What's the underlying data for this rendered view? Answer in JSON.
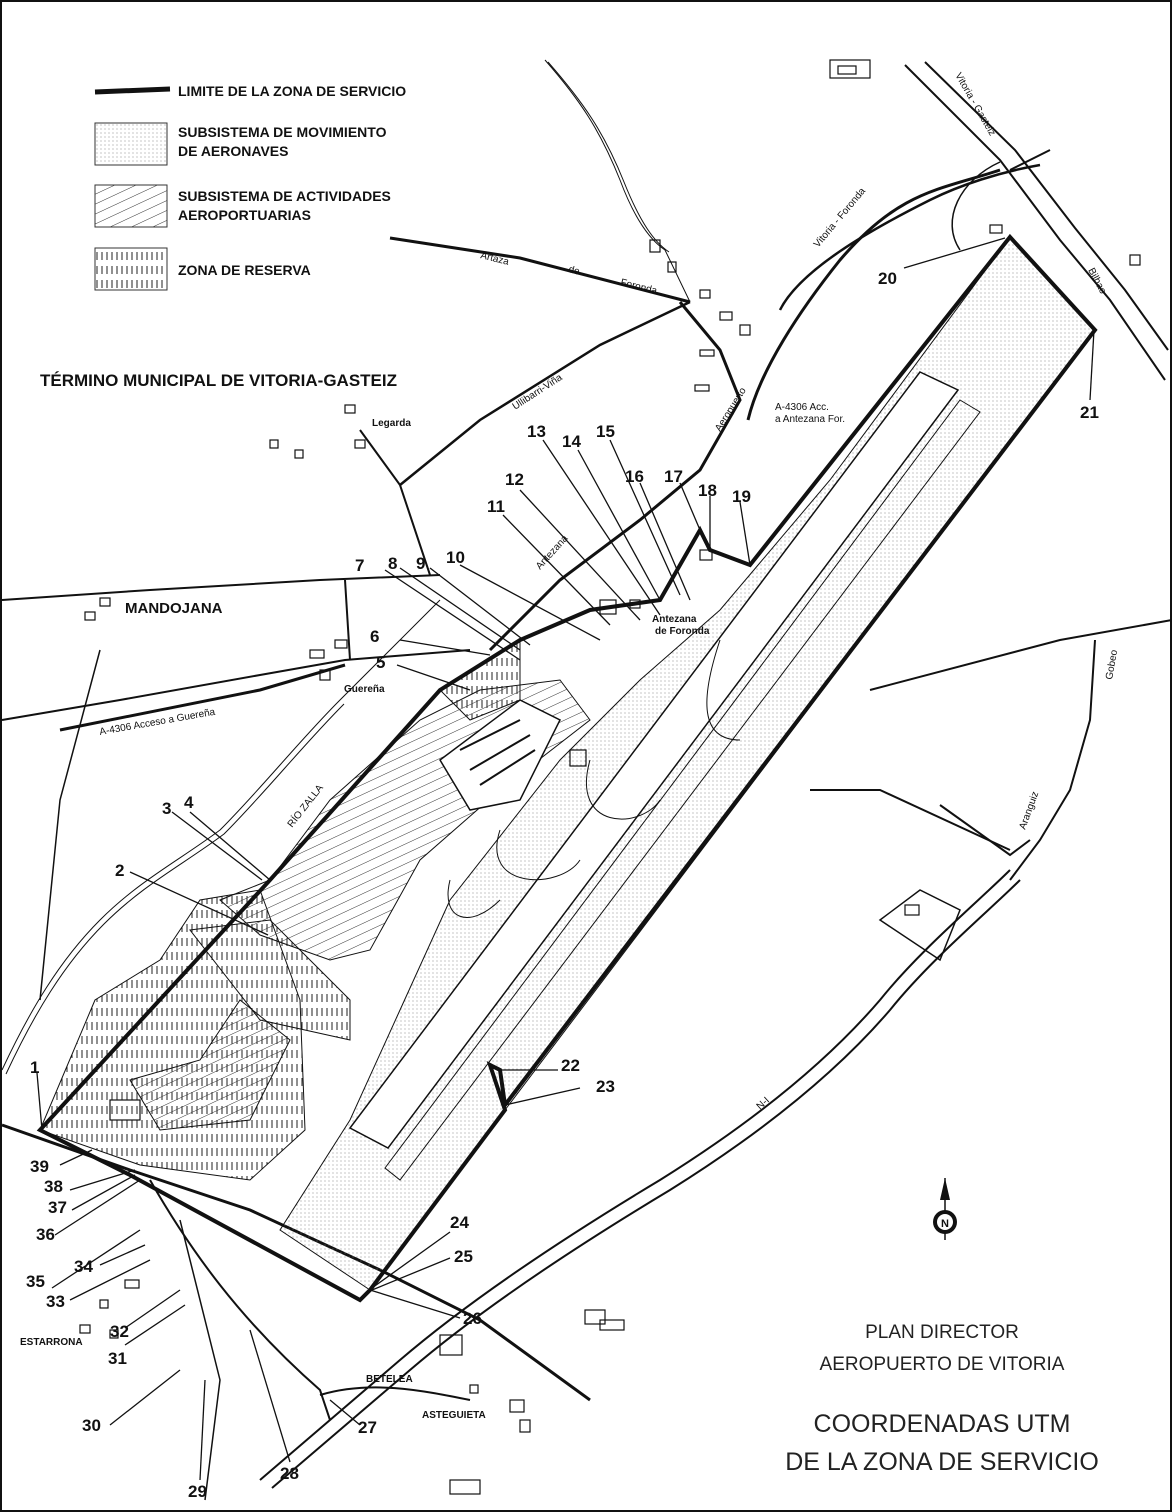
{
  "legend": {
    "items": [
      {
        "id": "service-limit",
        "label": "LIMITE DE LA ZONA DE SERVICIO"
      },
      {
        "id": "movement",
        "label_line1": "SUBSISTEMA DE MOVIMIENTO",
        "label_line2": "DE AERONAVES"
      },
      {
        "id": "activities",
        "label_line1": "SUBSISTEMA DE ACTIVIDADES",
        "label_line2": "AEROPORTUARIAS"
      },
      {
        "id": "reserve",
        "label": "ZONA DE RESERVA"
      }
    ]
  },
  "municipality": "TÉRMINO MUNICIPAL DE VITORIA-GASTEIZ",
  "places": {
    "mandojana": "MANDOJANA",
    "estarrona": "ESTARRONA",
    "betelea": "BETELEA",
    "asteguieta": "ASTEGUIETA",
    "legarda": "Legarda",
    "guerena": "Guereña",
    "antezana": "Antezana",
    "de_foronda": "de Foronda"
  },
  "roads": {
    "vitoria_gasteiz": "Vitoria - Gasteiz",
    "vitoria_foronda": "Vitoria - Foronda",
    "bilbao": "Bilbao",
    "artaza_a": "Artaza",
    "artaza_b": "de",
    "artaza_c": "Foronda",
    "ullibarri": "Ullibarri-Viña",
    "aeropuerto": "Aeropuerto",
    "a4306_acc_1": "A-4306 Acc.",
    "a4306_acc_2": "a Antezana For.",
    "a4306_guerena": "A-4306   Acceso   a   Guereña",
    "rio_zalla": "RÍO ZALLA",
    "n1": "N-I",
    "gobeo": "Gobeo",
    "aranguiz": "Aranguiz",
    "antezana_road": "Antezana"
  },
  "plan": {
    "line1": "PLAN DIRECTOR",
    "line2": "AEROPUERTO DE VITORIA",
    "line3": "COORDENADAS UTM",
    "line4": "DE LA ZONA DE SERVICIO"
  },
  "boundary_points": [
    "1",
    "2",
    "3",
    "4",
    "5",
    "6",
    "7",
    "8",
    "9",
    "10",
    "11",
    "12",
    "13",
    "14",
    "15",
    "16",
    "17",
    "18",
    "19",
    "20",
    "21",
    "22",
    "23",
    "24",
    "25",
    "26",
    "27",
    "28",
    "29",
    "30",
    "31",
    "32",
    "33",
    "34",
    "35",
    "36",
    "37",
    "38",
    "39"
  ],
  "north_symbol": "N",
  "colors": {
    "ink": "#111111",
    "paper": "#ffffff"
  }
}
